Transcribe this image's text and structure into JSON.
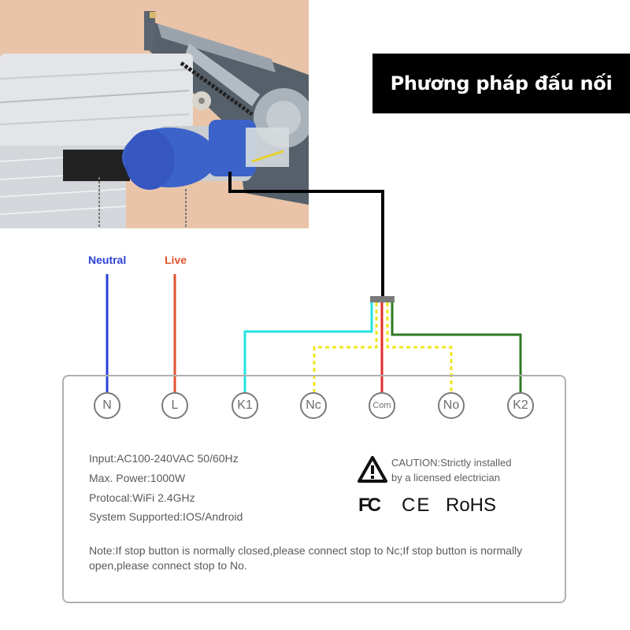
{
  "title": "Phương pháp đấu nối",
  "photo": {
    "description": "Roller shutter with side-mounted blue tubular motor, chain drive and wall bracket",
    "colors": {
      "background": "#e9c4a8",
      "motor_blue": "#3b63c9",
      "motor_silver": "#c9ccd1",
      "bracket": "#56606a",
      "drum": "#e3e5e8"
    }
  },
  "wire_labels": {
    "neutral": {
      "label": "Neutral",
      "color": "#2a3fd6"
    },
    "live": {
      "label": "Live",
      "color": "#e1532d"
    }
  },
  "wires": {
    "motor_cable": "#000000",
    "junction": "#7a7a7a",
    "k1": "#22e3e3",
    "nc": "#f0e61c",
    "com": "#e52b2b",
    "no": "#f0e61c",
    "k2": "#2f7a23"
  },
  "terminals": [
    {
      "id": "N",
      "label": "N"
    },
    {
      "id": "L",
      "label": "L"
    },
    {
      "id": "K1",
      "label": "K1"
    },
    {
      "id": "Nc",
      "label": "Nc"
    },
    {
      "id": "Com",
      "label": "Com"
    },
    {
      "id": "No",
      "label": "No"
    },
    {
      "id": "K2",
      "label": "K2"
    }
  ],
  "specs": [
    "Input:AC100-240VAC 50/60Hz",
    "Max. Power:1000W",
    "Protocal:WiFi 2.4GHz",
    "System Supported:IOS/Android"
  ],
  "caution": {
    "icon": "warning-triangle-icon",
    "line1": "CAUTION:Strictly installed",
    "line2": "by a licensed electrician"
  },
  "certifications": [
    "FC",
    "CE",
    "RoHS"
  ],
  "note": "Note:If stop button is normally closed,please connect stop to Nc;If stop button is normally open,please connect stop to No."
}
